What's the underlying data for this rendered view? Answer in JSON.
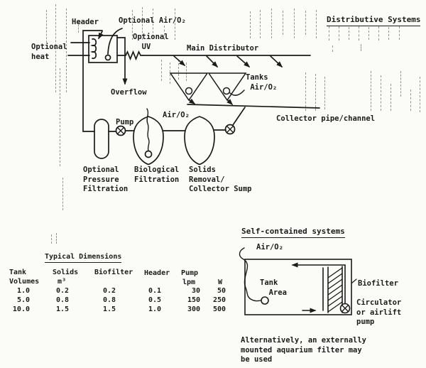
{
  "main_diagram": {
    "title": "Distributive Systems",
    "labels": {
      "header": "Header",
      "optional_air": "Optional Air/O₂",
      "optional_heat": "Optional\nheat",
      "optional_uv": "Optional\n  UV",
      "main_distributor": "Main Distributor",
      "overflow": "Overflow",
      "tanks_air": "Tanks\n Air/O₂",
      "collector": "Collector pipe/channel",
      "bio_air": "Air/O₂",
      "pump": "Pump",
      "pressure_filtration": "Optional\nPressure\nFiltration",
      "biological_filtration": "Biological\nFiltration",
      "solids_removal": "Solids\nRemoval/\nCollector Sump"
    }
  },
  "dimensions_table": {
    "title": "Typical Dimensions",
    "col_headers": {
      "tank": "Tank\nVolumes",
      "solids": "Solids",
      "solids_unit": "m³",
      "biofilter": "Biofilter",
      "header": "Header",
      "pump": "Pump",
      "pump_unit": "lpm",
      "watts_unit": "W"
    },
    "rows": [
      [
        "1.0",
        "0.2",
        "0.2",
        "0.1",
        "30",
        "50"
      ],
      [
        "5.0",
        "0.8",
        "0.8",
        "0.5",
        "150",
        "250"
      ],
      [
        "10.0",
        "1.5",
        "1.5",
        "1.0",
        "300",
        "500"
      ]
    ]
  },
  "self_contained": {
    "title": "Self-contained systems",
    "labels": {
      "air": "Air/O₂",
      "tank_area": "Tank\n  Area",
      "biofilter": "Biofilter",
      "circulator": "Circulator\nor airlift\npump"
    },
    "note": "Alternatively, an externally\nmounted aquarium filter may\nbe used"
  },
  "colors": {
    "ink": "#1b1b1b",
    "paper": "#fbfbf8"
  }
}
